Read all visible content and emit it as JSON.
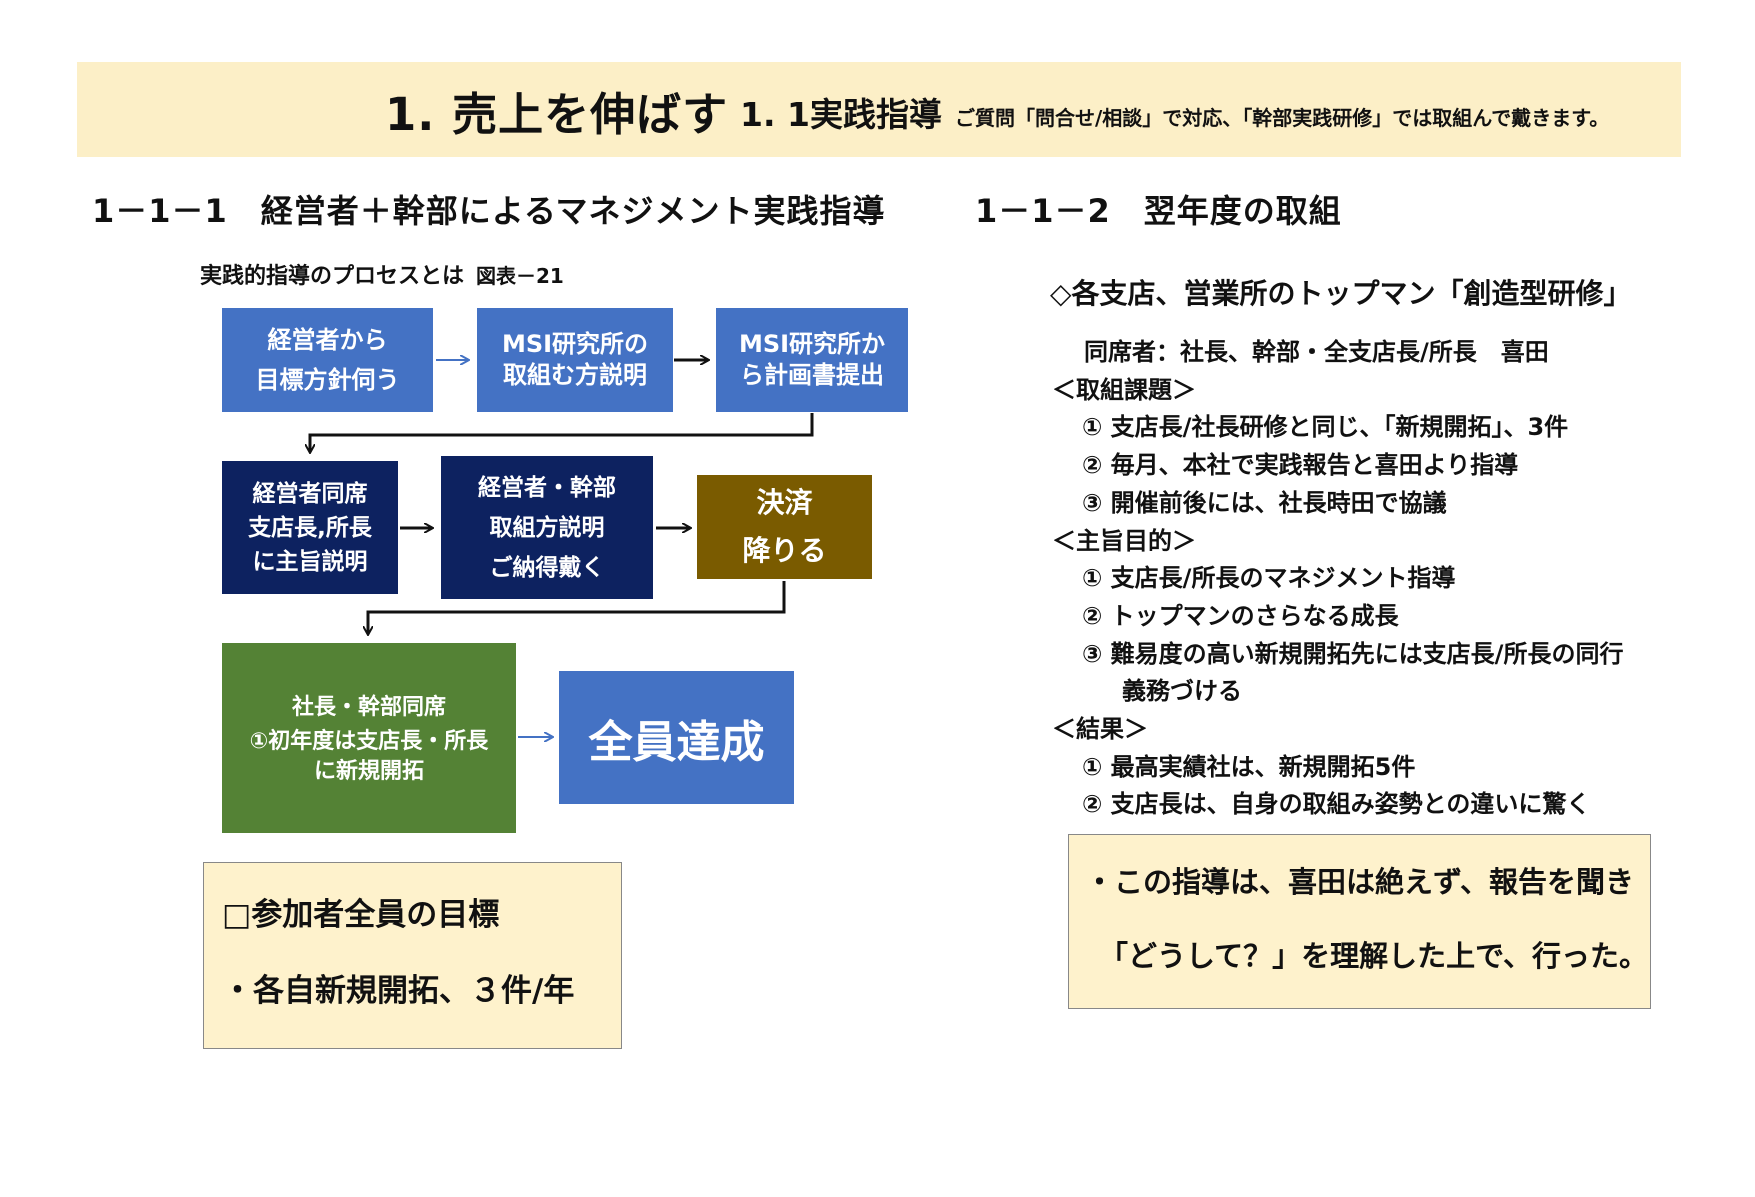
{
  "banner": {
    "main_title": "1. 売上を伸ばす",
    "sub_title": "1. 1実践指導",
    "note": "ご質問「問合せ/相談」で対応、「幹部実践研修」では取組んで戴きます。"
  },
  "left": {
    "section_title": "1－1－1　経営者＋幹部によるマネジメント実践指導",
    "caption": "実践的指導のプロセスとは",
    "figure_label": "図表－21",
    "flow": {
      "box1": [
        "経営者から",
        "目標方針伺う"
      ],
      "box2": [
        "MSI研究所の",
        "取組む方説明"
      ],
      "box3": [
        "MSI研究所か",
        "ら計画書提出"
      ],
      "box4": [
        "経営者同席",
        "支店長,所長",
        "に主旨説明"
      ],
      "box5": [
        "経営者・幹部",
        "取組方説明",
        "ご納得戴く"
      ],
      "box6": [
        "決済",
        "降りる"
      ],
      "box7": [
        "社長・幹部同席",
        "①初年度は支店長・所長",
        "に新規開拓"
      ],
      "box8": [
        "全員達成"
      ]
    },
    "goal_box": {
      "title": "□参加者全員の目標",
      "line": "・各自新規開拓、３件/年"
    }
  },
  "right": {
    "section_title": "1－1－2　翌年度の取組",
    "headline": "◇各支店、営業所のトップマン「創造型研修」",
    "attendees": "同席者：社長、幹部・全支店長/所長　喜田",
    "issues_header": "＜取組課題＞",
    "issues": [
      "①  支店長/社長研修と同じ、「新規開拓」、3件",
      "②  毎月、本社で実践報告と喜田より指導",
      "③  開催前後には、社長時田で協議"
    ],
    "purpose_header": "＜主旨目的＞",
    "purposes": [
      "①  支店長/所長のマネジメント指導",
      "② トップマンのさらなる成長",
      "③  難易度の高い新規開拓先には支店長/所長の同行"
    ],
    "purpose_cont": "義務づける",
    "result_header": "＜結果＞",
    "results": [
      "①  最高実績社は、新規開拓5件",
      "②  支店長は、自身の取組み姿勢との違いに驚く"
    ],
    "note_box": {
      "line1": "・この指導は、喜田は絶えず、報告を聞き",
      "line2": "「どうして？」を理解した上で、行った。"
    }
  },
  "colors": {
    "banner_bg": "#fcefc7",
    "box_light_blue": "#4472c4",
    "box_dark_navy": "#0d2260",
    "box_olive": "#7a5b00",
    "box_green": "#548235",
    "note_bg": "#fef2cc"
  }
}
